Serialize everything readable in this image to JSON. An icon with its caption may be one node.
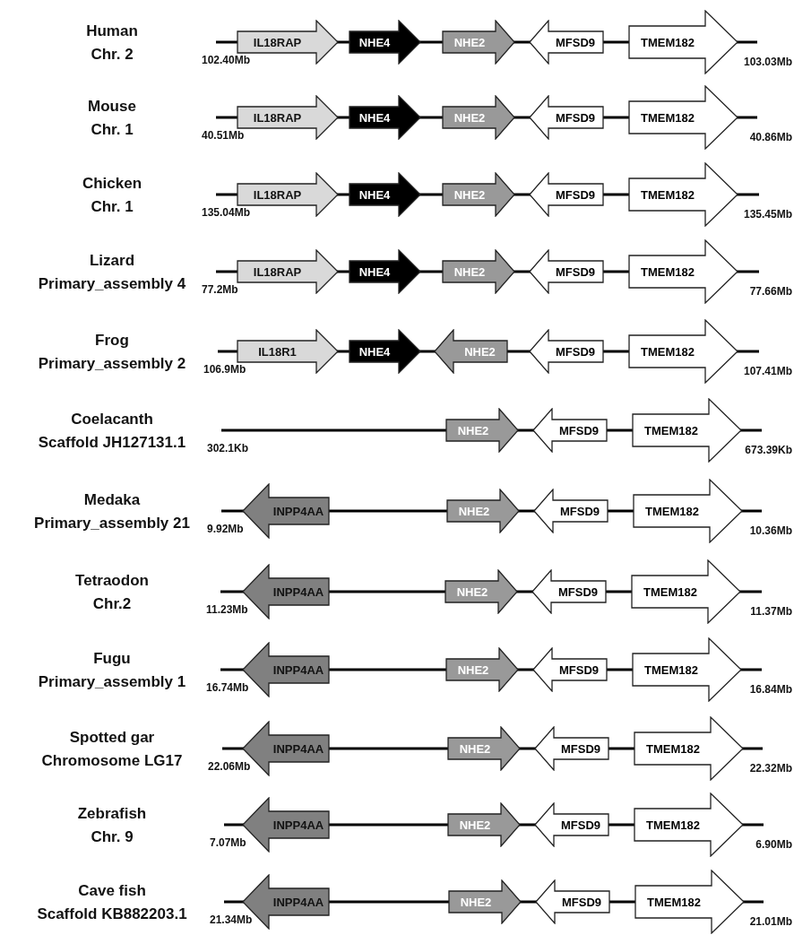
{
  "diagram": {
    "nodes": [
      {
        "text": [
          "IL18RAP"
        ]
      },
      {
        "text": [
          "NHE4"
        ]
      },
      {
        "text": [
          "NHE2"
        ]
      },
      {
        "text": [
          "MFSD9"
        ]
      },
      {
        "text": [
          "TMEM182"
        ]
      },
      {
        "text": [
          "IL18RAP"
        ]
      },
      {
        "text": [
          "NHE4"
        ]
      },
      {
        "text": [
          "NHE2"
        ]
      },
      {
        "text": [
          "MFSD9"
        ]
      },
      {
        "text": [
          "TMEM182"
        ]
      },
      {
        "text": [
          "IL18RAP"
        ]
      },
      {
        "text": [
          "NHE4"
        ]
      },
      {
        "text": [
          "NHE2"
        ]
      },
      {
        "text": [
          "MFSD9"
        ]
      },
      {
        "text": [
          "TMEM182"
        ]
      },
      {
        "text": [
          "IL18RAP"
        ]
      },
      {
        "text": [
          "NHE4"
        ]
      },
      {
        "text": [
          "NHE2"
        ]
      },
      {
        "text": [
          "MFSD9"
        ]
      },
      {
        "text": [
          "TMEM182"
        ]
      },
      {
        "text": [
          "IL18R1"
        ]
      },
      {
        "text": [
          "NHE4"
        ]
      },
      {
        "text": [
          "NHE2"
        ]
      },
      {
        "text": [
          "MFSD9"
        ]
      },
      {
        "text": [
          "TMEM182"
        ]
      },
      {
        "text": [
          "NHE2"
        ]
      },
      {
        "text": [
          "MFSD9"
        ]
      },
      {
        "text": [
          "TMEM182"
        ]
      },
      {
        "text": [
          "INPP4AA"
        ]
      },
      {
        "text": [
          "NHE2"
        ]
      },
      {
        "text": [
          "MFSD9"
        ]
      },
      {
        "text": [
          "TMEM182"
        ]
      },
      {
        "text": [
          "INPP4AA"
        ]
      },
      {
        "text": [
          "NHE2"
        ]
      },
      {
        "text": [
          "MFSD9"
        ]
      },
      {
        "text": [
          "TMEM182"
        ]
      },
      {
        "text": [
          "INPP4AA"
        ]
      },
      {
        "text": [
          "NHE2"
        ]
      },
      {
        "text": [
          "MFSD9"
        ]
      },
      {
        "text": [
          "TMEM182"
        ]
      },
      {
        "text": [
          "INPP4AA"
        ]
      },
      {
        "text": [
          "NHE2"
        ]
      },
      {
        "text": [
          "MFSD9"
        ]
      },
      {
        "text": [
          "TMEM182"
        ]
      },
      {
        "text": [
          "INPP4AA"
        ]
      },
      {
        "text": [
          "NHE2"
        ]
      },
      {
        "text": [
          "MFSD9"
        ]
      },
      {
        "text": [
          "TMEM182"
        ]
      },
      {
        "text": [
          "INPP4AA"
        ]
      },
      {
        "text": [
          "NHE2"
        ]
      },
      {
        "text": [
          "MFSD9"
        ]
      },
      {
        "text": [
          "TMEM182"
        ]
      }
    ],
    "labels": [
      "Human",
      "Chr. 2",
      "102.40Mb",
      "103.03Mb",
      "Mouse",
      "Chr. 1",
      "40.51Mb",
      "40.86Mb",
      "Chicken",
      "Chr. 1",
      "135.04Mb",
      "135.45Mb",
      "Lizard",
      "Primary_assembly 4",
      "77.2Mb",
      "77.66Mb",
      "Frog",
      "Primary_assembly 2",
      "106.9Mb",
      "107.41Mb",
      "Coelacanth",
      "Scaffold JH127131.1",
      "302.1Kb",
      "673.39Kb",
      "Medaka",
      "Primary_assembly 21",
      "9.92Mb",
      "10.36Mb",
      "Tetraodon",
      "Chr.2",
      "11.23Mb",
      "11.37Mb",
      "Fugu",
      "Primary_assembly 1",
      "16.74Mb",
      "16.84Mb",
      "Spotted gar",
      "Chromosome LG17",
      "22.06Mb",
      "22.32Mb",
      "Zebrafish",
      "Chr. 9",
      "7.07Mb",
      "6.90Mb",
      "Cave fish",
      "Scaffold KB882203.1",
      "21.34Mb",
      "21.01Mb"
    ]
  }
}
